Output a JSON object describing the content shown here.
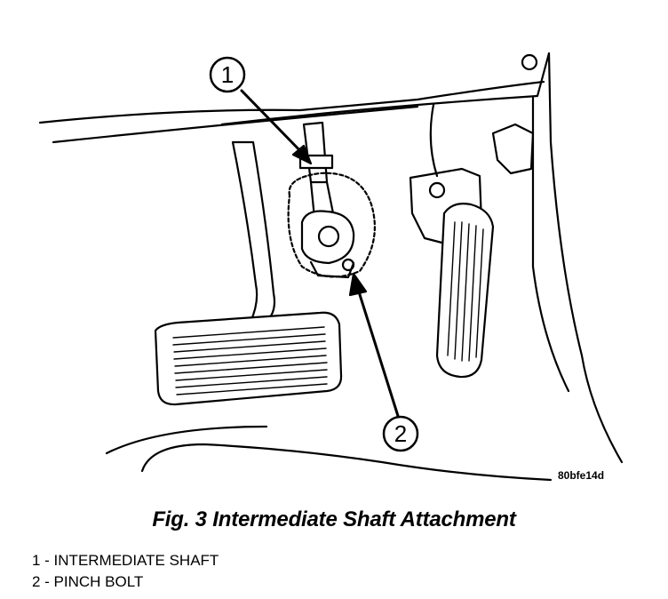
{
  "figure_code": "80bfe14d",
  "caption": "Fig. 3 Intermediate Shaft Attachment",
  "callouts": [
    {
      "number": "1",
      "label": "INTERMEDIATE SHAFT"
    },
    {
      "number": "2",
      "label": "PINCH BOLT"
    }
  ],
  "legend": [
    "1 - INTERMEDIATE SHAFT",
    "2 - PINCH BOLT"
  ]
}
